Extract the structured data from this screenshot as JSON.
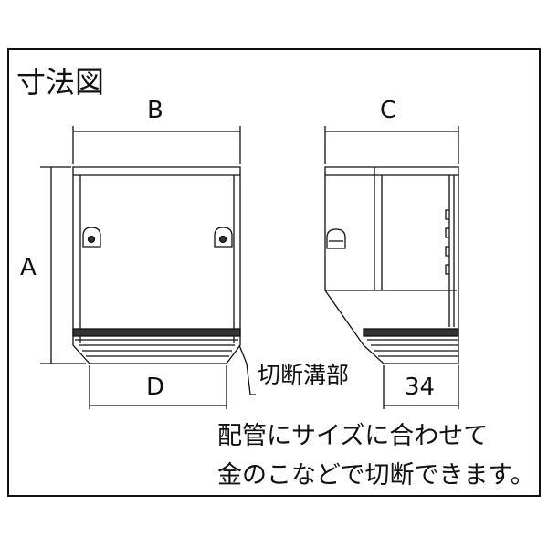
{
  "title": "寸法図",
  "dimensions": {
    "a": "A",
    "b": "B",
    "c": "C",
    "d": "D",
    "width_34": "34"
  },
  "callout": "切断溝部",
  "note": {
    "line1": "配管にサイズに合わせて",
    "line2": "金のこなどで切断できます。"
  },
  "colors": {
    "line": "#111111",
    "fill": "#ffffff"
  }
}
